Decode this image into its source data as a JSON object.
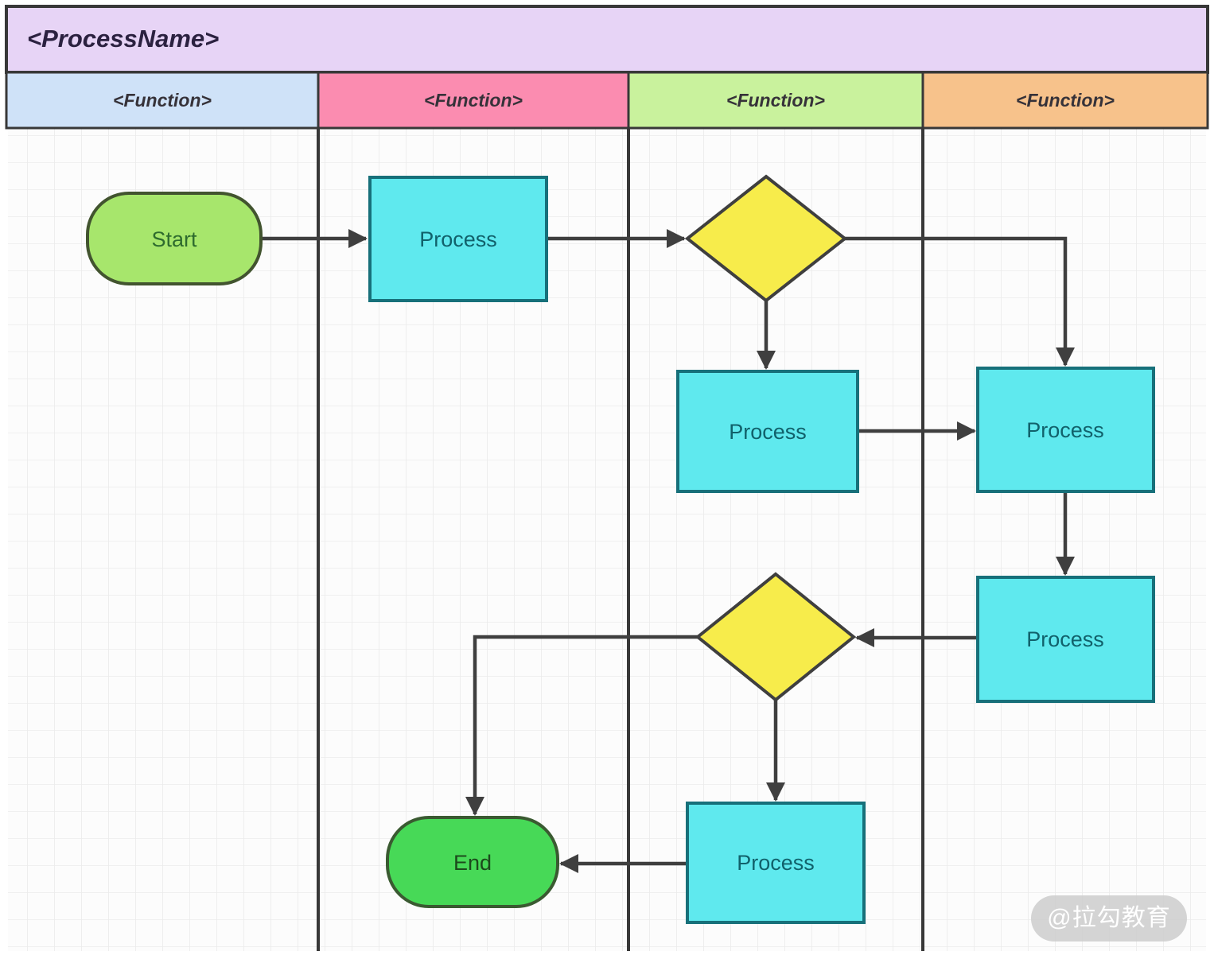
{
  "diagram": {
    "title": "<ProcessName>",
    "title_bar_color": "#e7d4f6",
    "lanes": [
      {
        "label": "<Function>",
        "color": "#cfe2f8"
      },
      {
        "label": "<Function>",
        "color": "#fb8cb0"
      },
      {
        "label": "<Function>",
        "color": "#c9f29d"
      },
      {
        "label": "<Function>",
        "color": "#f7c28b"
      }
    ],
    "nodes": {
      "start": {
        "type": "terminator",
        "label": "Start",
        "lane": 1,
        "fill": "#a7e66c"
      },
      "process1": {
        "type": "process",
        "label": "Process",
        "lane": 2,
        "fill": "#5fe9ee"
      },
      "decision1": {
        "type": "decision",
        "label": "",
        "lane": 3,
        "fill": "#f7ec4b"
      },
      "process2": {
        "type": "process",
        "label": "Process",
        "lane": 3,
        "fill": "#5fe9ee"
      },
      "process3": {
        "type": "process",
        "label": "Process",
        "lane": 4,
        "fill": "#5fe9ee"
      },
      "process4": {
        "type": "process",
        "label": "Process",
        "lane": 4,
        "fill": "#5fe9ee"
      },
      "decision2": {
        "type": "decision",
        "label": "",
        "lane": 3,
        "fill": "#f7ec4b"
      },
      "process5": {
        "type": "process",
        "label": "Process",
        "lane": 3,
        "fill": "#5fe9ee"
      },
      "end": {
        "type": "terminator",
        "label": "End",
        "lane": 2,
        "fill": "#47d957"
      }
    },
    "edges": [
      {
        "from": "start",
        "to": "process1"
      },
      {
        "from": "process1",
        "to": "decision1"
      },
      {
        "from": "decision1",
        "to": "process2"
      },
      {
        "from": "decision1",
        "to": "process3"
      },
      {
        "from": "process2",
        "to": "process3"
      },
      {
        "from": "process3",
        "to": "process4"
      },
      {
        "from": "process4",
        "to": "decision2"
      },
      {
        "from": "decision2",
        "to": "end"
      },
      {
        "from": "decision2",
        "to": "process5"
      },
      {
        "from": "process5",
        "to": "end"
      }
    ]
  },
  "watermark": {
    "text": "@拉勾教育"
  }
}
